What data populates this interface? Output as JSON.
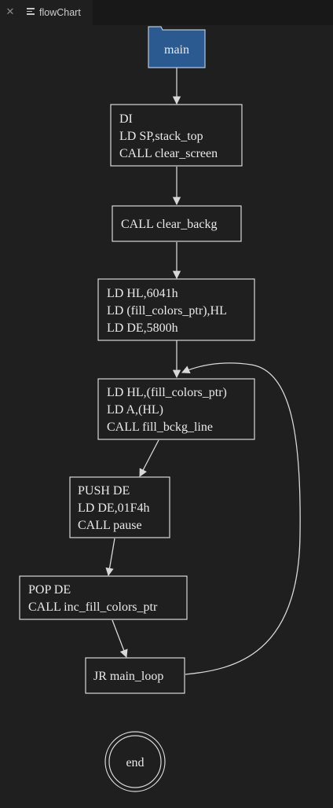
{
  "tab": {
    "close_icon": "close-icon",
    "file_icon": "lines-icon",
    "title": "flowChart"
  },
  "nodes": {
    "main": {
      "label": "main"
    },
    "n1": {
      "lines": [
        "DI",
        "LD SP,stack_top",
        "CALL clear_screen"
      ]
    },
    "n2": {
      "lines": [
        "CALL clear_backg"
      ]
    },
    "n3": {
      "lines": [
        "LD HL,6041h",
        "LD (fill_colors_ptr),HL",
        "LD DE,5800h"
      ]
    },
    "n4": {
      "lines": [
        "LD HL,(fill_colors_ptr)",
        "LD A,(HL)",
        "CALL fill_bckg_line"
      ]
    },
    "n5": {
      "lines": [
        "PUSH DE",
        "LD DE,01F4h",
        "CALL pause"
      ]
    },
    "n6": {
      "lines": [
        "POP DE",
        "CALL inc_fill_colors_ptr"
      ]
    },
    "n7": {
      "lines": [
        "JR main_loop"
      ]
    },
    "end": {
      "label": "end"
    }
  },
  "colors": {
    "background": "#1f1f1f",
    "edge": "#d8d8d8",
    "main_fill": "#2a5a8f"
  }
}
